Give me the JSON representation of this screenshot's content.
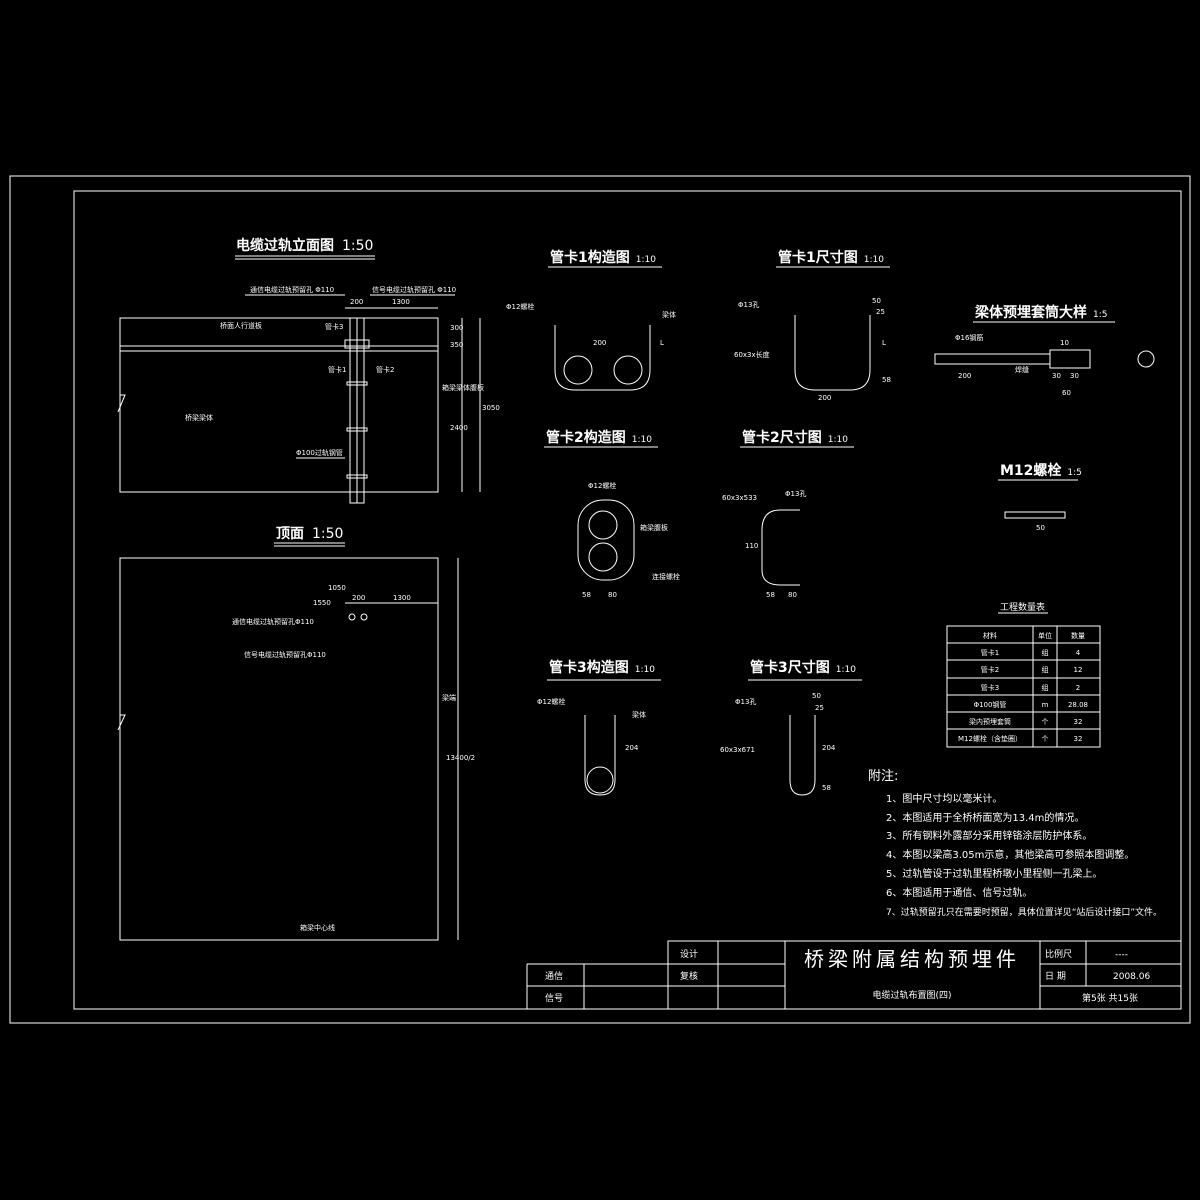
{
  "elevation": {
    "title": "电缆过轨立面图",
    "scale": "1:50",
    "comm_hole": "通信电缆过轨预留孔 Φ110",
    "signal_hole": "信号电缆过轨预留孔 Φ110",
    "d200": "200",
    "d1300": "1300",
    "walkway": "桥面人行道板",
    "clamp3": "管卡3",
    "clamp1": "管卡1",
    "clamp2": "管卡2",
    "beam_web": "箱梁梁体腹板",
    "beam_body": "桥梁梁体",
    "pipe": "Φ100过轨钢管",
    "d300": "300",
    "d350": "350",
    "d2400": "2400",
    "d3050": "3050"
  },
  "plan": {
    "title": "顶面",
    "scale": "1:50",
    "d1050": "1050",
    "d1550": "1550",
    "d200": "200",
    "d1300": "1300",
    "comm_hole": "通信电缆过轨预留孔Φ110",
    "signal_hole": "信号电缆过轨预留孔Φ110",
    "beam_end": "梁端",
    "d13400": "13400/2",
    "centerline": "箱梁中心线"
  },
  "c1": {
    "title": "管卡1构造图",
    "scale": "1:10",
    "bolt": "Φ12螺栓",
    "beam": "梁体",
    "d200": "200",
    "L": "L"
  },
  "c1s": {
    "title": "管卡1尺寸图",
    "scale": "1:10",
    "hole": "Φ13孔",
    "steel": "60x3x长度",
    "d50": "50",
    "d25": "25",
    "d200": "200",
    "L": "L",
    "d58": "58"
  },
  "sleeve": {
    "title": "梁体预埋套筒大样",
    "scale": "1:5",
    "rebar": "Φ16钢筋",
    "d200": "200",
    "d10": "10",
    "d30a": "30",
    "d30b": "30",
    "d60": "60",
    "weld": "焊缝"
  },
  "c2": {
    "title": "管卡2构造图",
    "scale": "1:10",
    "bolt": "Φ12螺栓",
    "d58": "58",
    "d80": "80",
    "side": "箱梁腹板",
    "conn": "连接螺栓"
  },
  "c2s": {
    "title": "管卡2尺寸图",
    "scale": "1:10",
    "steel": "60x3x533",
    "hole": "Φ13孔",
    "d110": "110",
    "d58": "58",
    "d80": "80"
  },
  "m12": {
    "title": "M12螺栓",
    "scale": "1:5",
    "d50": "50"
  },
  "c3": {
    "title": "管卡3构造图",
    "scale": "1:10",
    "bolt": "Φ12螺栓",
    "beam": "梁体",
    "d204": "204"
  },
  "c3s": {
    "title": "管卡3尺寸图",
    "scale": "1:10",
    "hole": "Φ13孔",
    "steel": "60x3x671",
    "d50": "50",
    "d25": "25",
    "d204": "204",
    "d58": "58"
  },
  "quantities": {
    "title": "工程数量表",
    "headers": [
      "材料",
      "单位",
      "数量"
    ],
    "rows": [
      [
        "管卡1",
        "组",
        "4"
      ],
      [
        "管卡2",
        "组",
        "12"
      ],
      [
        "管卡3",
        "组",
        "2"
      ],
      [
        "Φ100钢管",
        "m",
        "28.08"
      ],
      [
        "梁内预埋套筒",
        "个",
        "32"
      ],
      [
        "M12螺栓（含垫圈）",
        "个",
        "32"
      ]
    ]
  },
  "notes": {
    "title": "附注:",
    "items": [
      "1、图中尺寸均以毫米计。",
      "2、本图适用于全桥桥面宽为13.4m的情况。",
      "3、所有钢料外露部分采用锌铬涂层防护体系。",
      "4、本图以梁高3.05m示意，其他梁高可参照本图调整。",
      "5、过轨管设于过轨里程桥墩小里程侧一孔梁上。",
      "6、本图适用于通信、信号过轨。",
      "7、过轨预留孔只在需要时预留，具体位置详见“站后设计接口”文件。"
    ]
  },
  "titleblock": {
    "design": "设计",
    "review": "复核",
    "comm": "通信",
    "signal": "信号",
    "main_title": "桥梁附属结构预埋件",
    "sub_title": "电缆过轨布置图(四)",
    "scale_label": "比例尺",
    "scale_value": "----",
    "date_label": "日  期",
    "date_value": "2008.06",
    "sheet": "第5张 共15张"
  }
}
